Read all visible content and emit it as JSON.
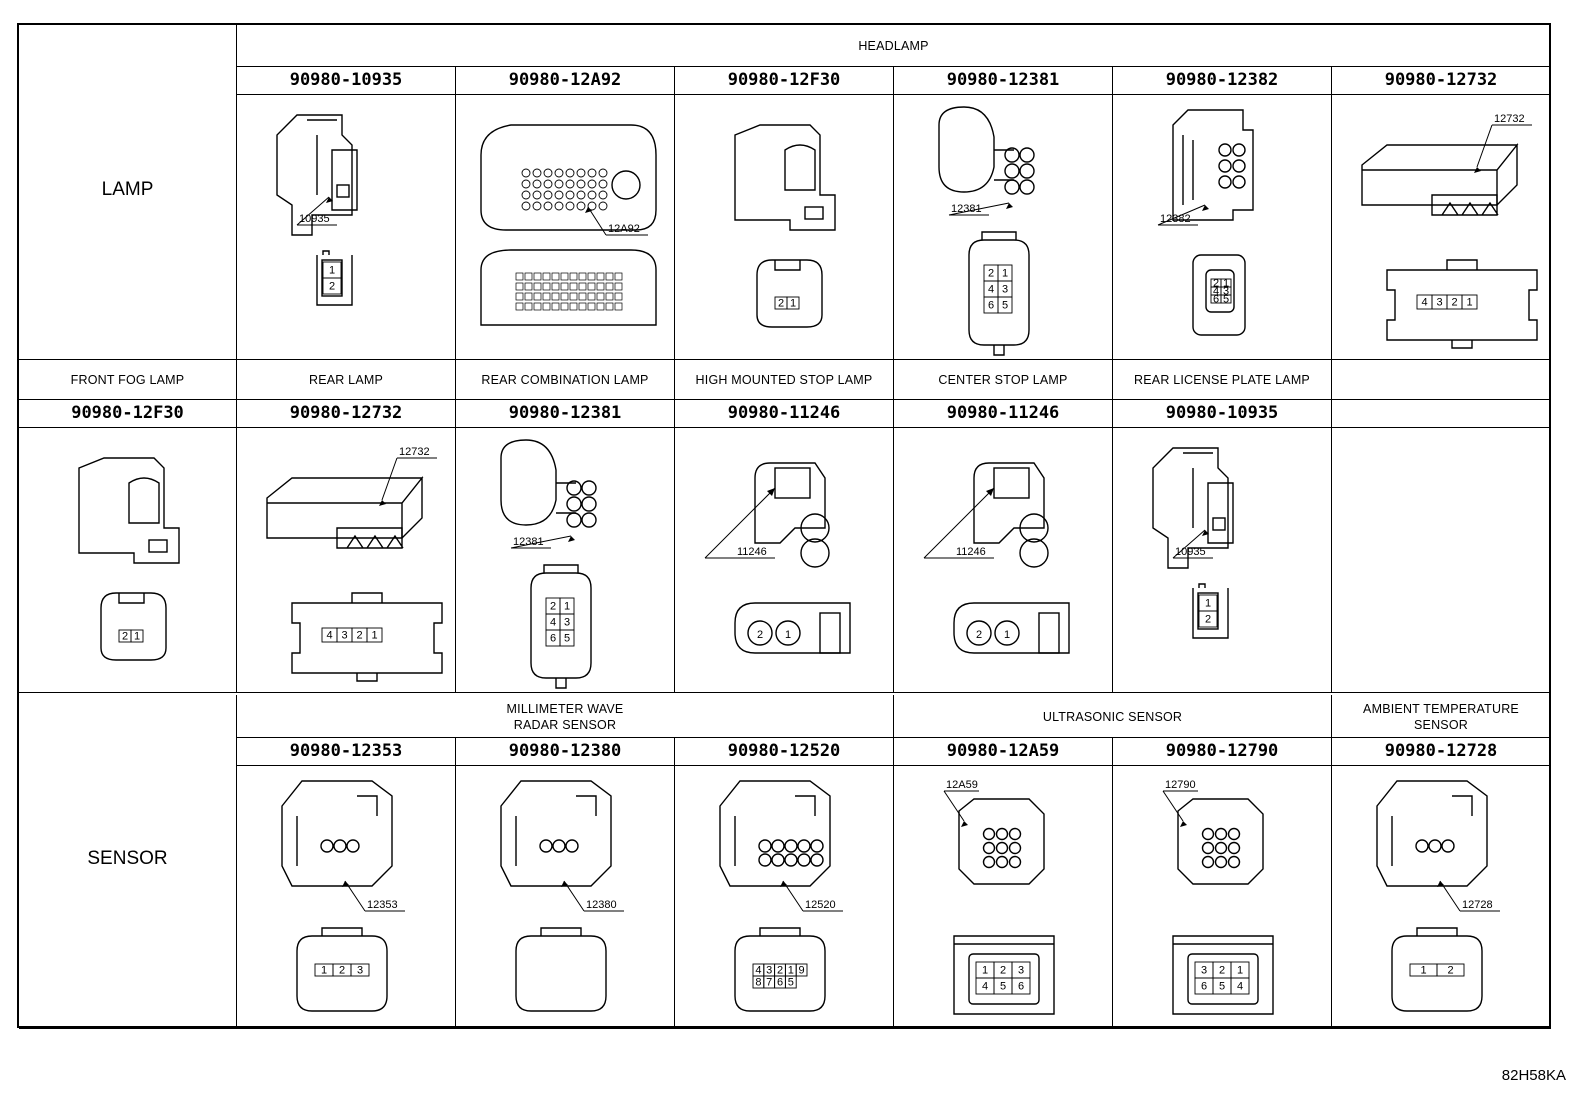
{
  "rows": [
    {
      "side_label": "LAMP",
      "group_headers": [
        {
          "text": "HEADLAMP",
          "span": 6
        }
      ],
      "parts": [
        {
          "number": "90980-10935",
          "callout": "10935",
          "icon": "latch-connector-icon"
        },
        {
          "number": "90980-12A92",
          "callout": "12A92",
          "icon": "multipin-connector-icon"
        },
        {
          "number": "90980-12F30",
          "callout": "",
          "icon": "box-connector-icon"
        },
        {
          "number": "90980-12381",
          "callout": "12381",
          "icon": "round-connector-icon",
          "pins": [
            "2",
            "1",
            "4",
            "3",
            "6",
            "5"
          ]
        },
        {
          "number": "90980-12382",
          "callout": "12382",
          "icon": "block-connector-icon",
          "pins": [
            "2",
            "1",
            "4",
            "3",
            "6",
            "5"
          ]
        },
        {
          "number": "90980-12732",
          "callout": "12732",
          "icon": "flat-connector-icon",
          "pins": [
            "4",
            "3",
            "2",
            "1"
          ]
        }
      ]
    },
    {
      "side_label": "",
      "group_headers": [
        {
          "text": "FRONT FOG LAMP",
          "span": 1
        },
        {
          "text": "REAR LAMP",
          "span": 1
        },
        {
          "text": "REAR COMBINATION LAMP",
          "span": 1
        },
        {
          "text": "HIGH MOUNTED STOP LAMP",
          "span": 1
        },
        {
          "text": "CENTER STOP LAMP",
          "span": 1
        },
        {
          "text": "REAR LICENSE PLATE LAMP",
          "span": 1
        },
        {
          "text": "",
          "span": 1
        }
      ],
      "parts": [
        {
          "number": "90980-12F30",
          "callout": "",
          "icon": "box-connector-icon"
        },
        {
          "number": "90980-12732",
          "callout": "12732",
          "icon": "flat-connector-icon",
          "pins": [
            "4",
            "3",
            "2",
            "1"
          ]
        },
        {
          "number": "90980-12381",
          "callout": "12381",
          "icon": "round-connector-icon",
          "pins": [
            "2",
            "1",
            "4",
            "3",
            "6",
            "5"
          ]
        },
        {
          "number": "90980-11246",
          "callout": "11246",
          "icon": "twin-connector-icon",
          "pins": [
            "2",
            "1"
          ]
        },
        {
          "number": "90980-11246",
          "callout": "11246",
          "icon": "twin-connector-icon",
          "pins": [
            "2",
            "1"
          ]
        },
        {
          "number": "90980-10935",
          "callout": "10935",
          "icon": "latch-connector-icon"
        },
        {
          "number": "",
          "callout": "",
          "icon": ""
        }
      ]
    },
    {
      "side_label": "SENSOR",
      "group_headers": [
        {
          "text": "MILLIMETER WAVE\nRADAR SENSOR",
          "span": 3
        },
        {
          "text": "ULTRASONIC SENSOR",
          "span": 2
        },
        {
          "text": "AMBIENT TEMPERATURE\nSENSOR",
          "span": 1
        }
      ],
      "parts": [
        {
          "number": "90980-12353",
          "callout": "12353",
          "icon": "sensor-connector-icon",
          "pins": [
            "1",
            "2",
            "3"
          ]
        },
        {
          "number": "90980-12380",
          "callout": "12380",
          "icon": "sensor-connector-icon"
        },
        {
          "number": "90980-12520",
          "callout": "12520",
          "icon": "sensor-connector-icon",
          "pins": [
            "4",
            "3",
            "2",
            "1",
            "9",
            "8",
            "7",
            "6",
            "5"
          ]
        },
        {
          "number": "90980-12A59",
          "callout": "12A59",
          "icon": "hex-connector-icon",
          "pins": [
            "1",
            "2",
            "3",
            "4",
            "5",
            "6"
          ]
        },
        {
          "number": "90980-12790",
          "callout": "12790",
          "icon": "hex-connector-icon",
          "pins": [
            "3",
            "2",
            "1",
            "6",
            "5",
            "4"
          ]
        },
        {
          "number": "90980-12728",
          "callout": "12728",
          "icon": "sensor-connector-icon",
          "pins": [
            "1",
            "2"
          ]
        }
      ]
    }
  ],
  "footer_code": "82H58KA"
}
